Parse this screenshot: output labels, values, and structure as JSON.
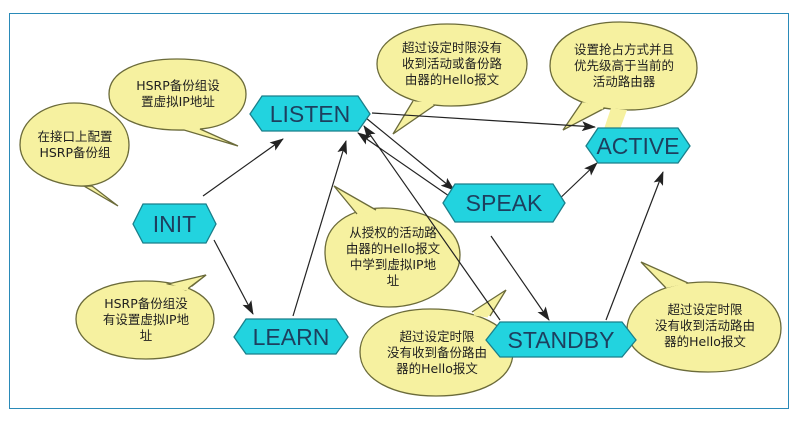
{
  "title": "HSRP state transition diagram",
  "colors": {
    "frame_border": "#2a8ab8",
    "node_fill": "#22d3df",
    "node_stroke": "#1a7f8a",
    "node_text": "#1d3f5e",
    "bubble_fill": "#f6f1a0",
    "bubble_stroke": "#6b6b3a",
    "arrow": "#222222"
  },
  "nodes": {
    "init": {
      "label": "INIT"
    },
    "listen": {
      "label": "LISTEN"
    },
    "learn": {
      "label": "LEARN"
    },
    "speak": {
      "label": "SPEAK"
    },
    "standby": {
      "label": "STANDBY"
    },
    "active": {
      "label": "ACTIVE"
    }
  },
  "bubbles": {
    "config_interface": {
      "text": "在接口上配置\nHSRP备份组"
    },
    "set_virtual_ip": {
      "text": "HSRP备份组设\n置虚拟IP地址"
    },
    "no_virtual_ip": {
      "text": "HSRP备份组没\n有设置虚拟IP地\n址"
    },
    "learn_virtual_ip": {
      "text": "从授权的活动路\n由器的Hello报文\n中学到虚拟IP地\n址"
    },
    "listen_timeout": {
      "text": "超过设定时限没有\n收到活动或备份路\n由器的Hello报文"
    },
    "preempt": {
      "text": "设置抢占方式并且\n优先级高于当前的\n活动路由器"
    },
    "standby_timeout_backup": {
      "text": "超过设定时限\n没有收到备份路由\n器的Hello报文"
    },
    "standby_timeout_active": {
      "text": "超过设定时限\n没有收到活动路由\n器的Hello报文"
    }
  },
  "edges": [
    {
      "from": "INIT",
      "to": "LISTEN"
    },
    {
      "from": "INIT",
      "to": "LEARN"
    },
    {
      "from": "LEARN",
      "to": "LISTEN"
    },
    {
      "from": "LISTEN",
      "to": "SPEAK"
    },
    {
      "from": "LISTEN",
      "to": "ACTIVE"
    },
    {
      "from": "SPEAK",
      "to": "LISTEN"
    },
    {
      "from": "SPEAK",
      "to": "ACTIVE"
    },
    {
      "from": "SPEAK",
      "to": "STANDBY"
    },
    {
      "from": "STANDBY",
      "to": "LISTEN"
    },
    {
      "from": "STANDBY",
      "to": "ACTIVE"
    }
  ]
}
